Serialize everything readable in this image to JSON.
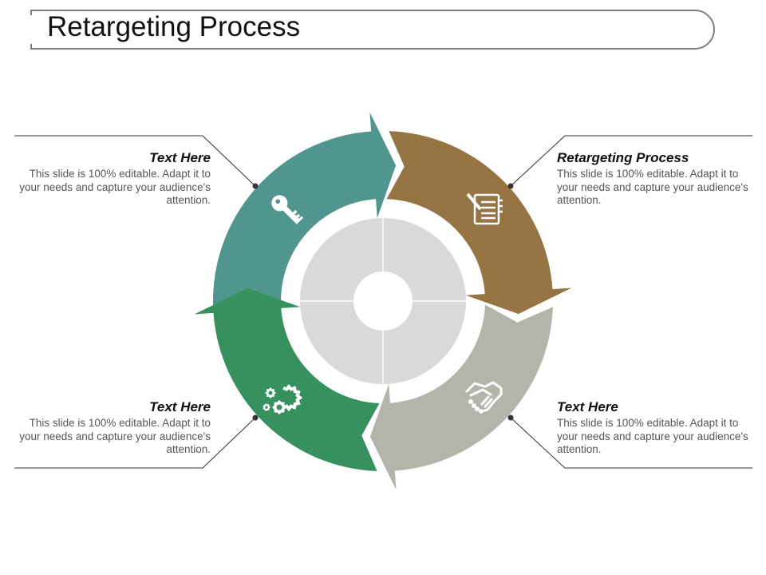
{
  "title": "Retargeting Process",
  "colors": {
    "teal": "#51958f",
    "brown": "#967444",
    "gray": "#b5b4aa",
    "green": "#37915f",
    "inner_ring": "#d9d9d9",
    "connector": "#333333",
    "heading_text": "#111111",
    "body_text": "#555555"
  },
  "segments": [
    {
      "id": "top-left",
      "color_key": "teal",
      "icon": "key-icon"
    },
    {
      "id": "top-right",
      "color_key": "brown",
      "icon": "notepad-icon"
    },
    {
      "id": "bottom-right",
      "color_key": "gray",
      "icon": "handshake-icon"
    },
    {
      "id": "bottom-left",
      "color_key": "green",
      "icon": "gears-icon"
    }
  ],
  "callouts": {
    "top_left": {
      "heading": "Text Here",
      "body": "This slide is 100% editable. Adapt it to your needs and capture your audience's attention."
    },
    "top_right": {
      "heading": "Retargeting Process",
      "body": "This slide is 100% editable. Adapt it to your needs and capture your audience's attention."
    },
    "bottom_left": {
      "heading": "Text Here",
      "body": "This slide is 100% editable. Adapt it to your needs and capture your audience's attention."
    },
    "bottom_right": {
      "heading": "Text Here",
      "body": "This slide is 100% editable. Adapt it to your needs and capture your audience's attention."
    }
  }
}
